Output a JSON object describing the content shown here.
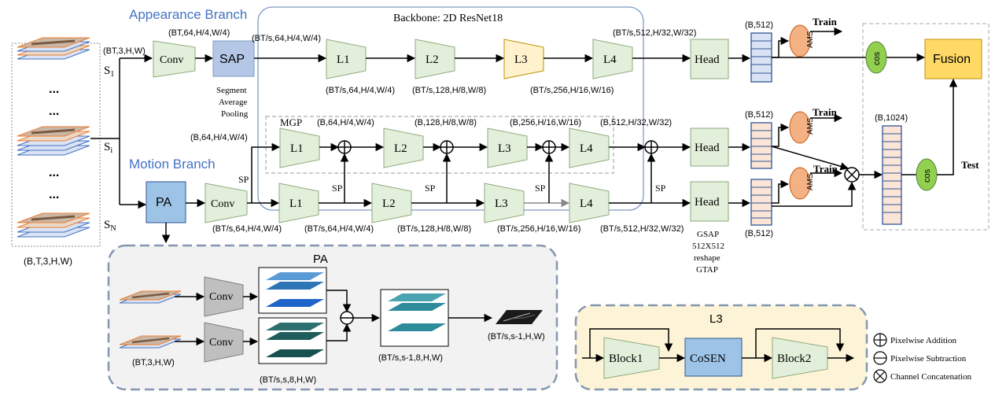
{
  "titles": {
    "appearance_branch": "Appearance Branch",
    "motion_branch": "Motion Branch",
    "backbone": "Backbone: 2D ResNet18",
    "mgp": "MGP",
    "pa_panel": "PA",
    "l3_panel": "L3"
  },
  "input": {
    "dots": "...",
    "s1_main": "S",
    "s1_sub": "1",
    "si_main": "S",
    "si_sub": "i",
    "sn_main": "S",
    "sn_sub": "N",
    "label": "(B,T,3,H,W)"
  },
  "blocks": {
    "conv": "Conv",
    "sap": "SAP",
    "sap_caption": [
      "Segment",
      "Average",
      "Pooling"
    ],
    "pa": "PA",
    "l1": "L1",
    "l2": "L2",
    "l3": "L3",
    "l4": "L4",
    "head": "Head",
    "ams": "AMS",
    "cos": "cos",
    "fusion": "Fusion",
    "train": "Train",
    "test": "Test",
    "sp": "SP",
    "block1": "Block1",
    "cosen": "CoSEN",
    "block2": "Block2",
    "head_notes": [
      "GSAP",
      "512X512",
      "reshape",
      "GTAP"
    ]
  },
  "dims": {
    "appearance_in": "(BT,3,H,W)",
    "appearance_conv": "(BT,64,H/4,W/4)",
    "appearance_sap": "(BT/s,64,H/4,W/4)",
    "appearance_l1": "(BT/s,64,H/4,W/4)",
    "appearance_l2": "(BT/s,128,H/8,W/8)",
    "appearance_l3": "(BT/s,256,H/16,W/16)",
    "appearance_l4": "(BT/s,512,H/32,W/32)",
    "feat_top": "(B,512)",
    "mgp_in": "(B,64,H/4,W/4)",
    "mgp_l1": "(B,64,H/4,W/4)",
    "mgp_l2": "(B,128,H/8,W/8)",
    "mgp_l3": "(B,256,H/16,W/16)",
    "mgp_l4": "(B,512,H/32,W/32)",
    "feat_mid": "(B,512)",
    "concat": "(B,1024)",
    "motion_conv": "(BT/s,64,H/4,W/4)",
    "motion_l1": "(BT/s,64,H/4,W/4)",
    "motion_l2": "(BT/s,128,H/8,W/8)",
    "motion_l3": "(BT/s,256,H/16,W/16)",
    "motion_l4": "(BT/s,512,H/32,W/32)",
    "feat_bot": "(B,512)",
    "pa_in": "(BT,3,H,W)",
    "pa_conv_out": "(BT/s,s,8,H,W)",
    "pa_diff": "(BT/s,s-1,8,H,W)",
    "pa_out": "(BT/s,s-1,H,W)"
  },
  "legend": {
    "addition": "Pixelwise Addition",
    "subtraction": "Pixelwise Subtraction",
    "concatenation": "Channel Concatenation"
  },
  "colors": {
    "title_blue": "#4472c4",
    "green_block": "#e2efda",
    "green_stroke": "#8faa7c",
    "sap_fill": "#b4c7e7",
    "pa_fill": "#9dc3e6",
    "l3_fill": "#fff2cc",
    "ams_fill": "#f4b183",
    "cos_fill": "#92d050",
    "fusion_fill": "#ffd966",
    "gray_trap": "#bfbfbf",
    "panel_stroke": "#8497b0",
    "l3_panel_fill": "#fdf3d6"
  }
}
